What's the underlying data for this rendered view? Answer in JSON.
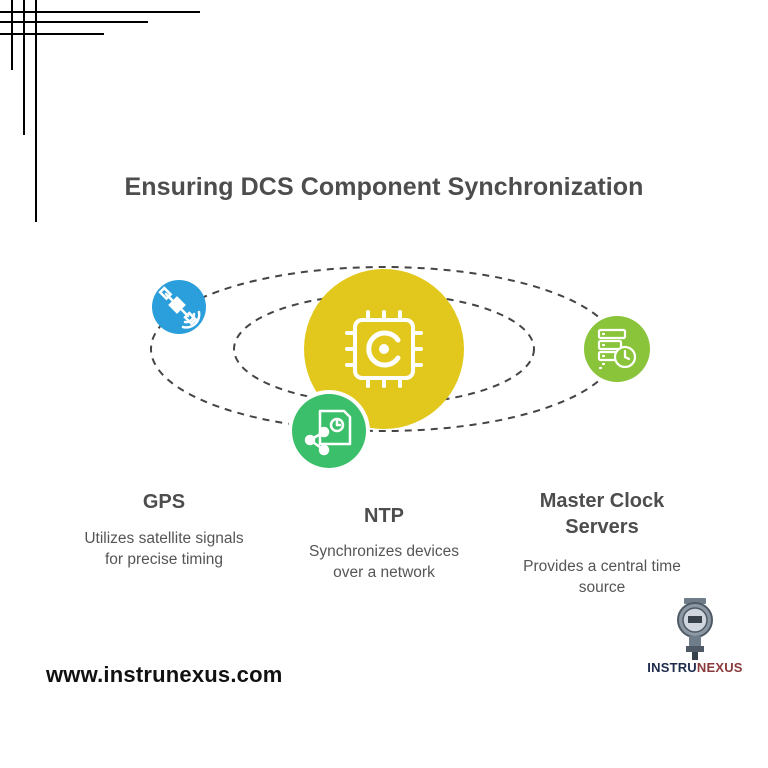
{
  "title": "Ensuring DCS Component Synchronization",
  "center_node": {
    "icon": "processor-chip-icon",
    "color": "#e2c81c"
  },
  "items": [
    {
      "title": "GPS",
      "description": [
        "Utilizes satellite signals",
        "for precise timing"
      ],
      "icon": "satellite-icon",
      "color": "#2b9fdb"
    },
    {
      "title": "NTP",
      "description": [
        "Synchronizes devices",
        "over a network"
      ],
      "icon": "network-share-document-icon",
      "color": "#3cbf6a"
    },
    {
      "title": [
        "Master Clock",
        "Servers"
      ],
      "description": [
        "Provides a central time",
        "source"
      ],
      "icon": "server-clock-icon",
      "color": "#8ac43a"
    }
  ],
  "website": "www.instrunexus.com",
  "logo": {
    "part1": "INSTRU",
    "part2": "NEXUS"
  }
}
